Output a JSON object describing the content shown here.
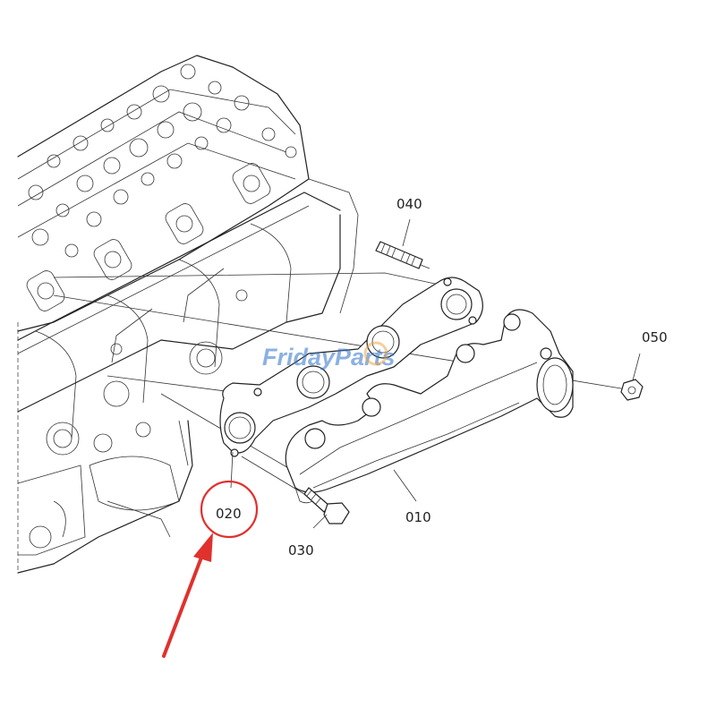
{
  "diagram": {
    "watermark": "FridayParts",
    "callouts": [
      {
        "id": "part-010",
        "label": "010"
      },
      {
        "id": "part-020",
        "label": "020"
      },
      {
        "id": "part-030",
        "label": "030"
      },
      {
        "id": "part-040",
        "label": "040"
      },
      {
        "id": "part-050",
        "label": "050"
      }
    ],
    "highlight": {
      "target": "020",
      "color": "#e0312d"
    }
  }
}
